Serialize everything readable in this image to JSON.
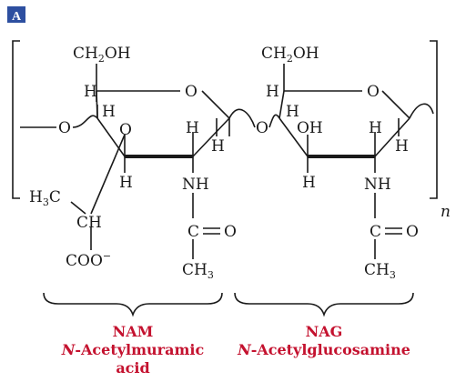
{
  "panel": {
    "letter": "A",
    "badge_color": "#2d4fa0"
  },
  "structure": {
    "repeat_subscript": "n"
  },
  "atoms": {
    "ch2oh": {
      "pre": "CH",
      "sub": "2",
      "post": "OH"
    },
    "h3c": {
      "pre": "H",
      "sub": "3",
      "post": "C"
    },
    "ch3": {
      "pre": "CH",
      "sub": "3"
    },
    "coo": {
      "base": "COO",
      "charge": "−"
    },
    "h": "H",
    "o": "O",
    "oh": "OH",
    "nh": "NH",
    "ch": "CH",
    "c": "C"
  },
  "labels": {
    "color": "#c4122f",
    "nam": {
      "abbrev": "NAM",
      "prefix": "N",
      "name_line1": "-Acetylmuramic",
      "name_line2": "acid"
    },
    "nag": {
      "abbrev": "NAG",
      "prefix": "N",
      "name_line1": "-Acetylglucosamine"
    }
  }
}
